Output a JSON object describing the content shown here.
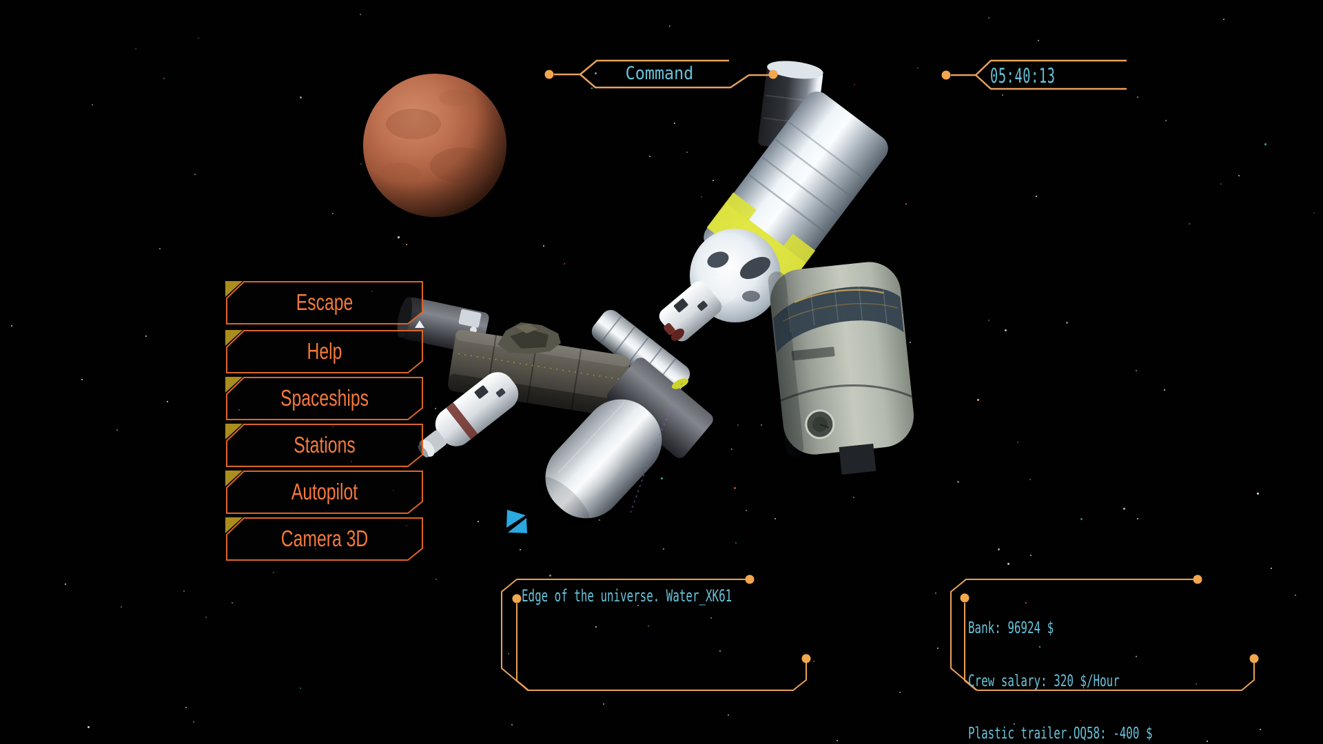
{
  "scene": {
    "stars": {
      "count": 130,
      "seed": 42
    },
    "planet": "mars",
    "station_selected_marker": "blue-parallelogram"
  },
  "colors": {
    "accent_orange": "#dd6528",
    "menu_text_orange": "#f4793c",
    "frame_tan": "#e9a05b",
    "frame_dot": "#f2a64e",
    "cyan_text": "#67c3da",
    "corner_gold": "#ab8d1e",
    "marker_blue": "#2aa9e0"
  },
  "header": {
    "command_label": "Command",
    "clock": "05:40:13"
  },
  "menu": {
    "items": [
      {
        "label": "Escape"
      },
      {
        "label": "Help"
      },
      {
        "label": "Spaceships"
      },
      {
        "label": "Stations"
      },
      {
        "label": "Autopilot"
      },
      {
        "label": "Camera 3D"
      }
    ]
  },
  "location_panel": {
    "title": "Edge of the universe. Water_XK61"
  },
  "finance_panel": {
    "lines": {
      "bank": "Bank: 96924 $",
      "salary": "Crew salary: 320 $/Hour",
      "trailer": "Plastic trailer.OQ58: -400 $"
    }
  }
}
